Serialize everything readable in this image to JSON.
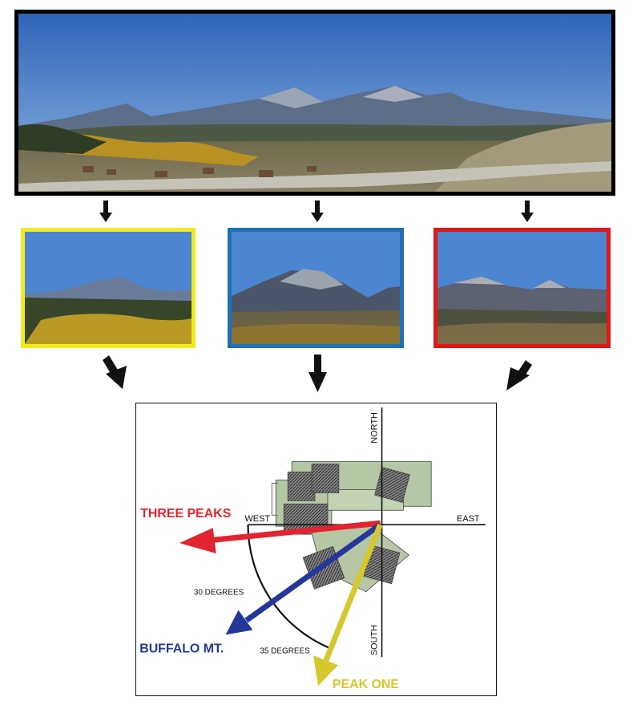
{
  "diagram": {
    "panorama": {
      "name": "mountain-panorama-photo"
    },
    "crops": [
      {
        "name": "left-crop-photo",
        "border_color": "#f2ea1f"
      },
      {
        "name": "center-crop-photo",
        "border_color": "#1f6fb5"
      },
      {
        "name": "right-crop-photo",
        "border_color": "#e01818"
      }
    ],
    "compass": {
      "north": "NORTH",
      "south": "SOUTH",
      "east": "EAST",
      "west": "WEST",
      "angle_1": "30 DEGREES",
      "angle_2": "35 DEGREES"
    },
    "targets": [
      {
        "label": "THREE PEAKS",
        "color": "#e3232f"
      },
      {
        "label": "BUFFALO MT.",
        "color": "#24389a"
      },
      {
        "label": "PEAK ONE",
        "color": "#d6c72c"
      }
    ]
  }
}
